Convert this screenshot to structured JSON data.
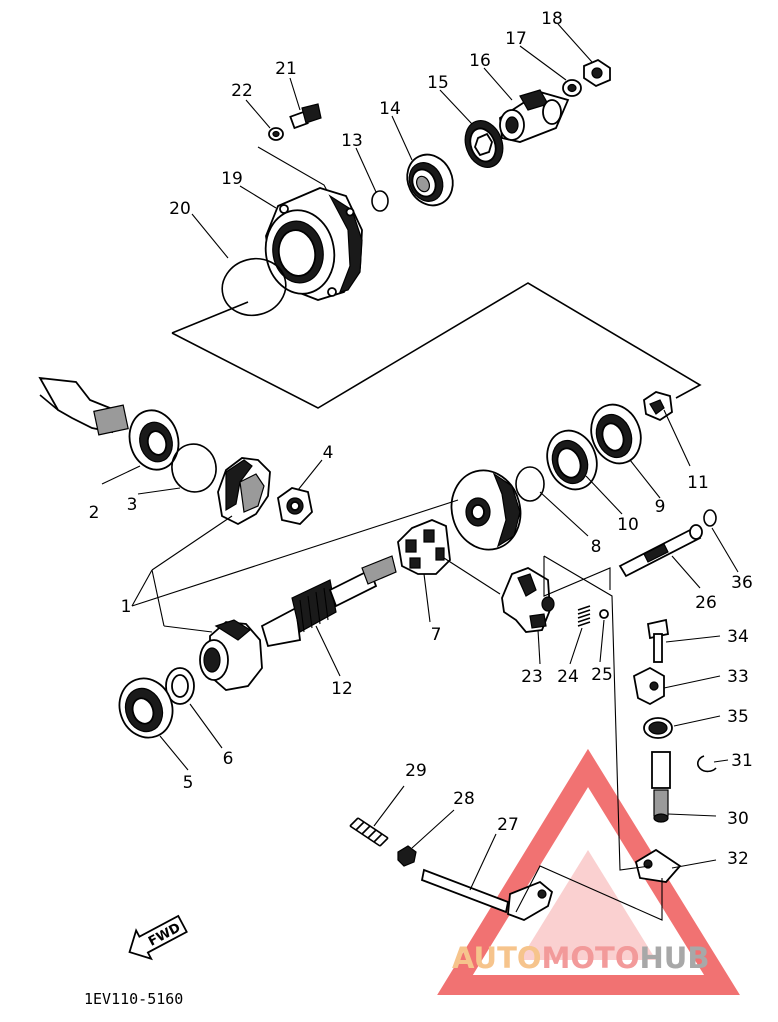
{
  "diagram_code": "1EV110-5160",
  "fwd_label": "FWD",
  "watermark": {
    "part1": "AUTO",
    "part2": "MOTO",
    "part3": "HUB",
    "colors": {
      "auto": "#f6c48c",
      "moto": "#f29a9a",
      "hub": "#a8a8a8",
      "triangle": "#ec3b3b"
    }
  },
  "callouts": [
    "1",
    "2",
    "3",
    "4",
    "5",
    "6",
    "7",
    "8",
    "9",
    "10",
    "11",
    "12",
    "13",
    "14",
    "15",
    "16",
    "17",
    "18",
    "19",
    "20",
    "21",
    "22",
    "23",
    "24",
    "25",
    "26",
    "27",
    "28",
    "29",
    "30",
    "31",
    "32",
    "33",
    "34",
    "35",
    "36"
  ]
}
